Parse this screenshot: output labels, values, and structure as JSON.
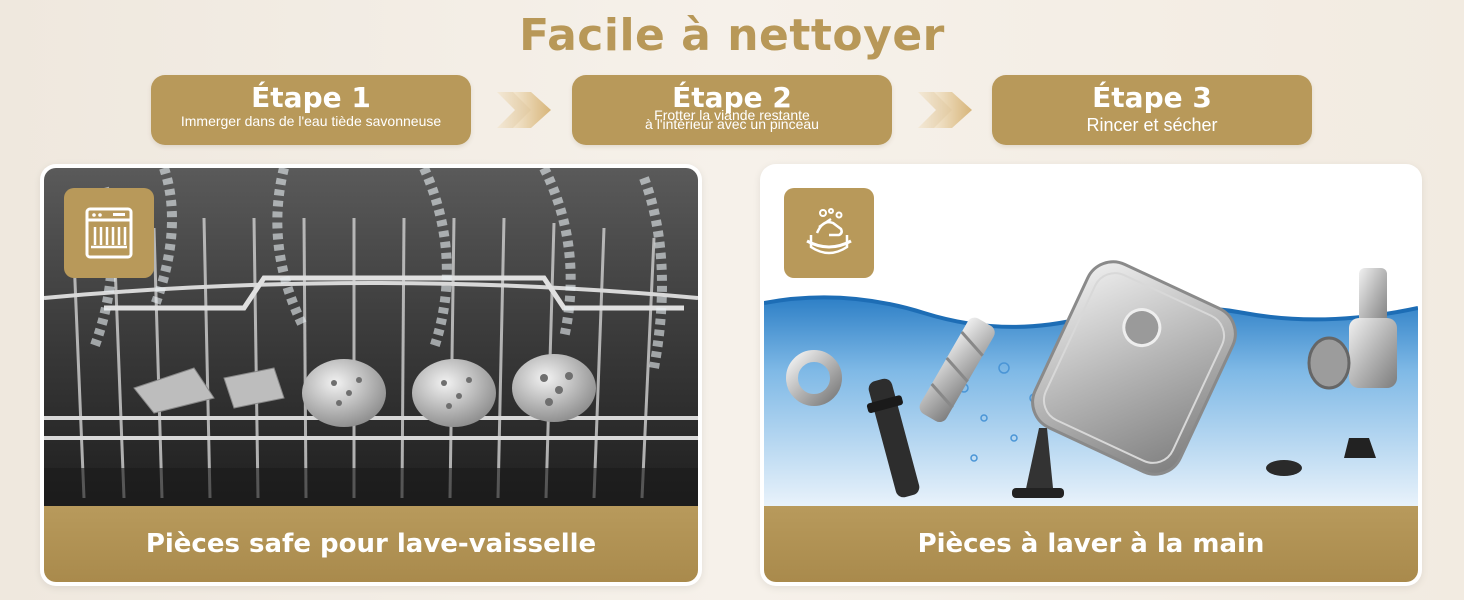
{
  "title": "Facile à nettoyer",
  "steps": [
    {
      "title": "Étape 1",
      "desc_lines": [
        "Immerger dans de l'eau tiède savonneuse"
      ]
    },
    {
      "title": "Étape 2",
      "desc_lines": [
        "Frotter la viande restante",
        "à l'intérieur avec un pinceau"
      ]
    },
    {
      "title": "Étape 3",
      "desc_lines": [
        "Rincer et sécher"
      ]
    }
  ],
  "cards": [
    {
      "caption": "Pièces safe pour lave-vaisselle",
      "icon": "dishwasher-icon"
    },
    {
      "caption": "Pièces à laver à la main",
      "icon": "hand-wash-icon"
    }
  ],
  "colors": {
    "accent": "#b8995a",
    "background": "#f3ede4",
    "water": "#3f8fd0"
  }
}
